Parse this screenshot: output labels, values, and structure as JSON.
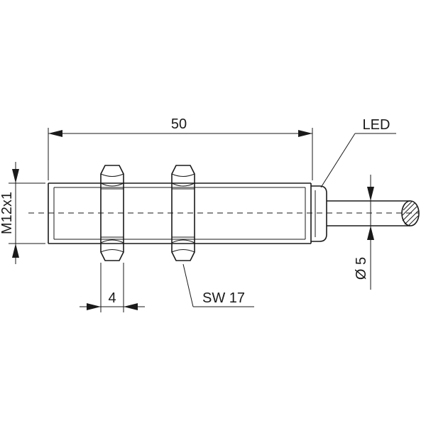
{
  "labels": {
    "length": "50",
    "thread": "M12x1",
    "led": "LED",
    "nut_width": "4",
    "wrench_size": "SW 17",
    "cable_diameter": "Ø 5"
  }
}
